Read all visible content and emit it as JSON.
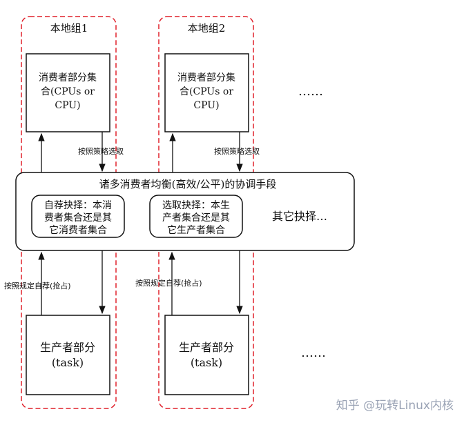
{
  "groups": [
    {
      "title": "本地组1",
      "consumer": [
        "消费者部分集",
        "合(CPUs or",
        "CPU)"
      ],
      "producer": [
        "生产者部分",
        "(task)"
      ],
      "down_label": "按照策略选取",
      "up_label": "按照规定自荐(抢占)"
    },
    {
      "title": "本地组2",
      "consumer": [
        "消费者部分集",
        "合(CPUs or",
        "CPU)"
      ],
      "producer": [
        "生产者部分",
        "(task)"
      ],
      "down_label": "按照策略选取",
      "up_label": "按照规定自荐(抢占)"
    }
  ],
  "coordination": {
    "title": "诸多消费者均衡(高效/公平)的协调手段",
    "options": [
      [
        "自荐抉择：本消",
        "费者集合还是其",
        "它消费者集合"
      ],
      [
        "选取抉择：本生",
        "产者集合还是其",
        "它生产者集合"
      ]
    ],
    "other": "其它抉择…"
  },
  "ellipsis": "……",
  "watermark": "知乎 @玩转Linux内核",
  "colors": {
    "group_border": "#e0202a",
    "line": "#111111"
  }
}
